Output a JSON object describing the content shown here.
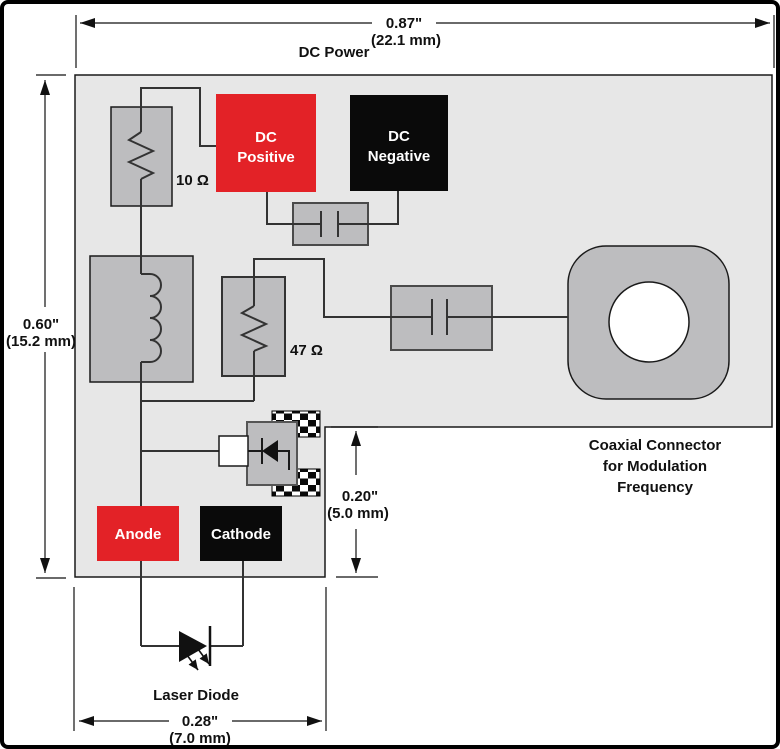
{
  "colors": {
    "red": "#e32227",
    "pad_black": "#0a0a0a",
    "board_fill": "#e7e7e7",
    "component_fill": "#bdbdbf",
    "wire": "#333333",
    "label_white": "#ffffff",
    "hole_white": "#ffffff",
    "dim_black": "#111111"
  },
  "header": {
    "dc_power": "DC Power"
  },
  "dimensions": {
    "width_in": "0.87\"",
    "width_mm": "(22.1 mm)",
    "height_in": "0.60\"",
    "height_mm": "(15.2 mm)",
    "notch_in": "0.20\"",
    "notch_mm": "(5.0 mm)",
    "bottom_in": "0.28\"",
    "bottom_mm": "(7.0 mm)"
  },
  "components": {
    "dc_positive": [
      "DC",
      "Positive"
    ],
    "dc_negative": [
      "DC",
      "Negative"
    ],
    "resistor_top": "10 Ω",
    "resistor_mid": "47 Ω",
    "anode": "Anode",
    "cathode": "Cathode"
  },
  "annotations": {
    "laser_diode": "Laser Diode",
    "coax_line1": "Coaxial Connector",
    "coax_line2": "for Modulation",
    "coax_line3": "Frequency"
  }
}
